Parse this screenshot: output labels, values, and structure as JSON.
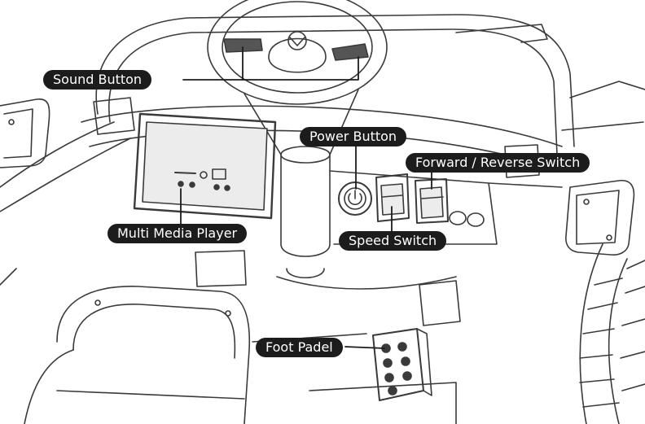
{
  "diagram": {
    "subject": "ride-on toy car cockpit",
    "callouts": {
      "sound_button": "Sound Button",
      "power_button": "Power Button",
      "forward_reverse_switch": "Forward / Reverse Switch",
      "multi_media_player": "Multi Media Player",
      "speed_switch": "Speed Switch",
      "foot_pedal": "Foot Padel"
    },
    "colors": {
      "callout_background": "#1c1c1c",
      "callout_text": "#ffffff",
      "line_art": "#3a3a3a",
      "panel_fill": "#ececec"
    }
  }
}
